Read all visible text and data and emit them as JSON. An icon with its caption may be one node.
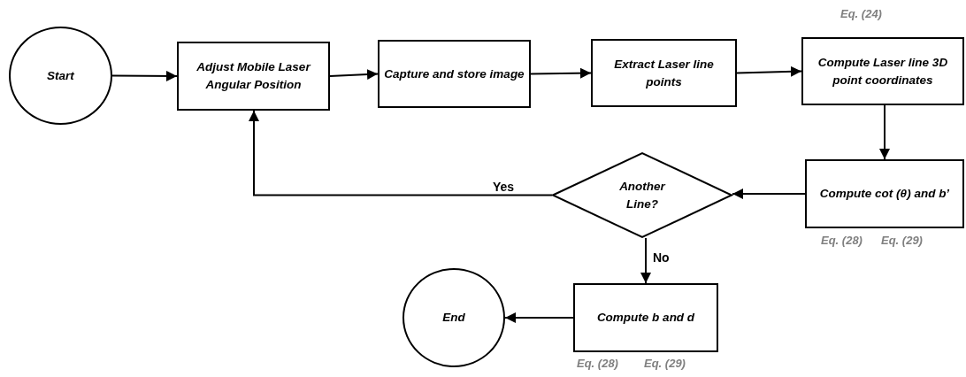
{
  "diagram": {
    "nodes": [
      {
        "text": [
          "Start"
        ]
      },
      {
        "text": [
          "Adjust Mobile Laser Angular Position"
        ]
      },
      {
        "text": [
          "Capture and store image"
        ]
      },
      {
        "text": [
          "Extract Laser line points"
        ]
      },
      {
        "text": [
          "Compute Laser line 3D point coordinates"
        ],
        "beside": [
          "Eq. (24)"
        ]
      },
      {
        "text": [
          "Compute cot (θ) and b’"
        ],
        "beside": [
          "Eq. (28)",
          "Eq. (29)"
        ]
      },
      {
        "text": [
          "Another Line?"
        ]
      },
      {
        "text": [
          "Compute b and d"
        ],
        "beside": [
          "Eq. (28)",
          "Eq. (29)"
        ]
      },
      {
        "text": [
          "End"
        ]
      }
    ],
    "edges": [
      {
        "from": 0,
        "to": 1,
        "arrow": "to"
      },
      {
        "from": 1,
        "to": 2,
        "arrow": "to"
      },
      {
        "from": 2,
        "to": 3,
        "arrow": "to"
      },
      {
        "from": 3,
        "to": 4,
        "arrow": "to"
      },
      {
        "from": 4,
        "to": 5,
        "arrow": "to"
      },
      {
        "from": 5,
        "to": 6,
        "arrow": "to"
      },
      {
        "from": 6,
        "to": 1,
        "arrow": "to",
        "label": "Yes"
      },
      {
        "from": 6,
        "to": 7,
        "arrow": "to",
        "label": "No"
      },
      {
        "from": 7,
        "to": 8,
        "arrow": "to"
      }
    ]
  }
}
